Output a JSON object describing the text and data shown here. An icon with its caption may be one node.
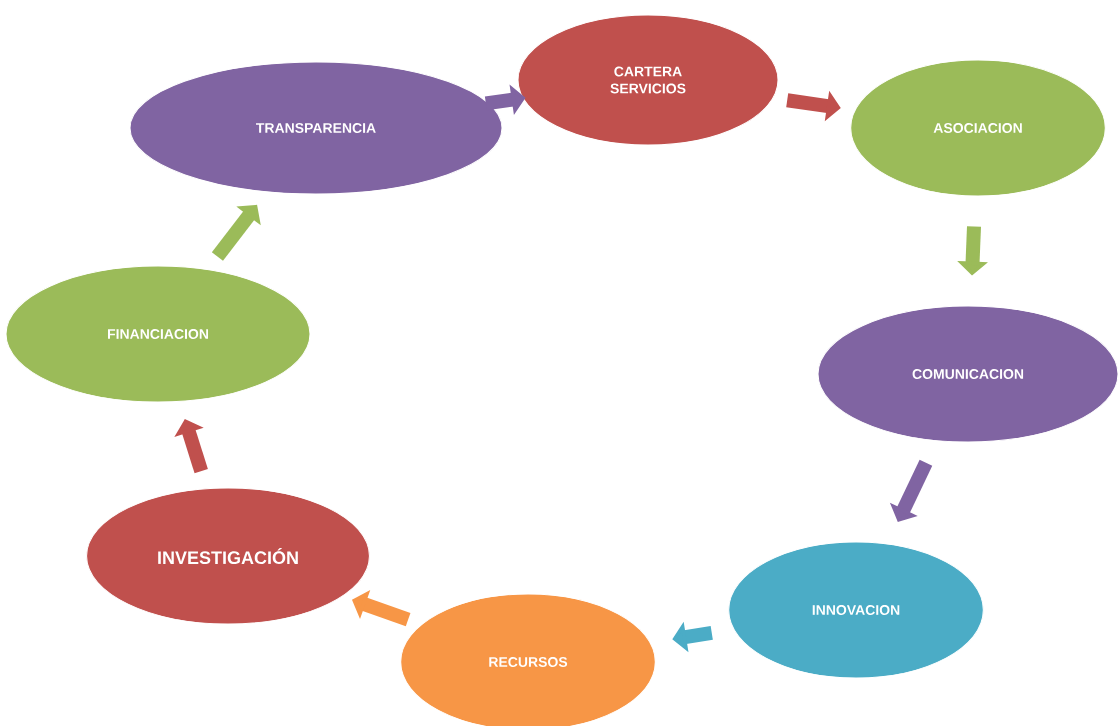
{
  "diagram": {
    "nodes": [
      {
        "text": [
          "CARTERA SERVICIOS"
        ]
      },
      {
        "text": [
          "ASOCIACION"
        ]
      },
      {
        "text": [
          "COMUNICACION"
        ]
      },
      {
        "text": [
          "INNOVACION"
        ]
      },
      {
        "text": [
          "RECURSOS"
        ]
      },
      {
        "text": [
          "INVESTIGACIÓN"
        ]
      },
      {
        "text": [
          "FINANCIACION"
        ]
      },
      {
        "text": [
          "TRANSPARENCIA"
        ]
      }
    ],
    "edges": [
      {
        "from": 7,
        "to": 0,
        "arrow": "to",
        "color": "#8064a2"
      },
      {
        "from": 0,
        "to": 1,
        "arrow": "to",
        "color": "#c0504d"
      },
      {
        "from": 1,
        "to": 2,
        "arrow": "to",
        "color": "#9bbb59"
      },
      {
        "from": 2,
        "to": 3,
        "arrow": "to",
        "color": "#8064a2"
      },
      {
        "from": 3,
        "to": 4,
        "arrow": "to",
        "color": "#4bacc6"
      },
      {
        "from": 4,
        "to": 5,
        "arrow": "to",
        "color": "#f79646"
      },
      {
        "from": 5,
        "to": 6,
        "arrow": "to",
        "color": "#c0504d"
      },
      {
        "from": 6,
        "to": 7,
        "arrow": "to",
        "color": "#9bbb59"
      }
    ]
  }
}
